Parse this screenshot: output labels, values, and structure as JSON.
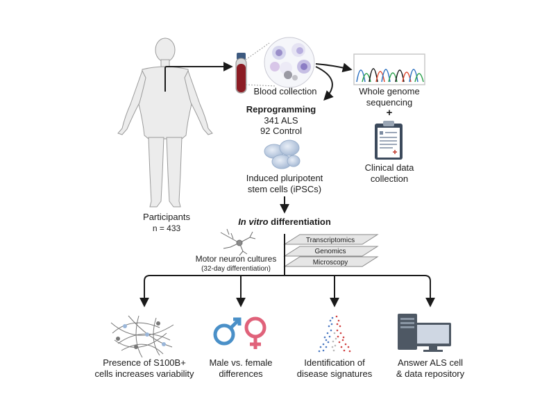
{
  "participants": {
    "label": "Participants",
    "count": "n = 433"
  },
  "blood": {
    "label": "Blood collection"
  },
  "wgs": {
    "line1": "Whole genome",
    "line2": "sequencing",
    "plus": "+"
  },
  "clinical": {
    "line1": "Clinical data",
    "line2": "collection"
  },
  "reprogramming": {
    "title": "Reprogramming",
    "als": "341 ALS",
    "control": "92 Control"
  },
  "ipsc": {
    "line1": "Induced pluripotent",
    "line2": "stem cells (iPSCs)"
  },
  "differentiation": {
    "italic": "In vitro",
    "rest": " differentiation"
  },
  "motor": {
    "line1": "Motor neuron cultures",
    "line2": "(32-day differentiation)"
  },
  "omics": [
    "Transcriptomics",
    "Genomics",
    "Microscopy"
  ],
  "outcomes": [
    {
      "line1": "Presence of S100B+",
      "line2": "cells increases variability"
    },
    {
      "line1": "Male vs. female",
      "line2": "differences"
    },
    {
      "line1": "Identification of",
      "line2": "disease signatures"
    },
    {
      "line1": "Answer ALS cell",
      "line2": "& data repository"
    }
  ],
  "colors": {
    "male": "#4a90c8",
    "female": "#e0627a",
    "blood": "#8b1c24",
    "arrow": "#1a1a1a"
  }
}
